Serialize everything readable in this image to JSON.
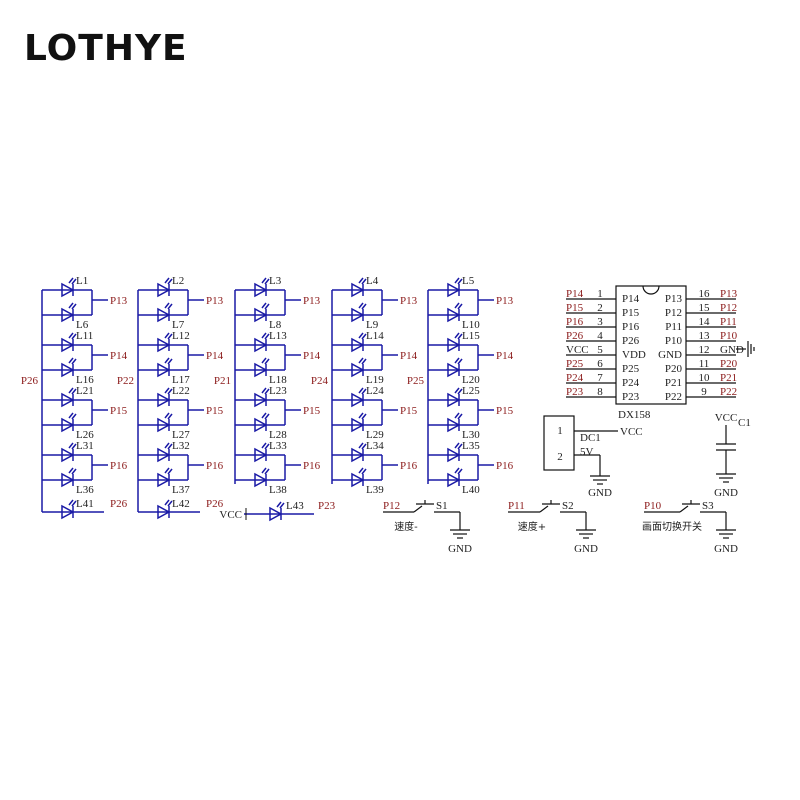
{
  "brand": "LOTHYE",
  "colors": {
    "wire": "#1a1aa6",
    "pin_label": "#8b1a1a",
    "text": "#222222"
  },
  "led_matrix": {
    "columns": [
      {
        "common": "P26",
        "leds": [
          "L1",
          "L6",
          "L11",
          "L16",
          "L21",
          "L26",
          "L31",
          "L36",
          "L41"
        ],
        "last_pin": "P26"
      },
      {
        "common": "P22",
        "leds": [
          "L2",
          "L7",
          "L12",
          "L17",
          "L22",
          "L27",
          "L32",
          "L37",
          "L42"
        ],
        "last_pin": "P26"
      },
      {
        "common": "P21",
        "leds": [
          "L3",
          "L8",
          "L13",
          "L18",
          "L23",
          "L28",
          "L33",
          "L38"
        ]
      },
      {
        "common": "P24",
        "leds": [
          "L4",
          "L9",
          "L14",
          "L19",
          "L24",
          "L29",
          "L34",
          "L39"
        ]
      },
      {
        "common": "P25",
        "leds": [
          "L5",
          "L10",
          "L15",
          "L20",
          "L25",
          "L30",
          "L35",
          "L40"
        ]
      }
    ],
    "row_pins": [
      "P13",
      "P14",
      "P15",
      "P16"
    ],
    "extra_led": {
      "name": "L43",
      "left": "VCC",
      "right": "P23"
    }
  },
  "chip": {
    "name": "DX158",
    "left": [
      {
        "ext": "P14",
        "num": "1",
        "in": "P14"
      },
      {
        "ext": "P15",
        "num": "2",
        "in": "P15"
      },
      {
        "ext": "P16",
        "num": "3",
        "in": "P16"
      },
      {
        "ext": "P26",
        "num": "4",
        "in": "P26"
      },
      {
        "ext": "VCC",
        "num": "5",
        "in": "VDD"
      },
      {
        "ext": "P25",
        "num": "6",
        "in": "P25"
      },
      {
        "ext": "P24",
        "num": "7",
        "in": "P24"
      },
      {
        "ext": "P23",
        "num": "8",
        "in": "P23"
      }
    ],
    "right": [
      {
        "in": "P13",
        "num": "16",
        "ext": "P13"
      },
      {
        "in": "P12",
        "num": "15",
        "ext": "P12"
      },
      {
        "in": "P11",
        "num": "14",
        "ext": "P11"
      },
      {
        "in": "P10",
        "num": "13",
        "ext": "P10"
      },
      {
        "in": "GND",
        "num": "12",
        "ext": "GND"
      },
      {
        "in": "P20",
        "num": "11",
        "ext": "P20"
      },
      {
        "in": "P21",
        "num": "10",
        "ext": "P21"
      },
      {
        "in": "P22",
        "num": "9",
        "ext": "P22"
      }
    ]
  },
  "power": {
    "connector": {
      "pin1": "1",
      "pin2": "2",
      "name": "DC1",
      "voltage": "5V",
      "vcc": "VCC",
      "gnd": "GND"
    },
    "capacitor": {
      "name": "C1",
      "vcc": "VCC",
      "gnd": "GND"
    }
  },
  "switches": [
    {
      "pin": "P12",
      "name": "S1",
      "label": "速度-",
      "gnd": "GND"
    },
    {
      "pin": "P11",
      "name": "S2",
      "label": "速度+",
      "gnd": "GND"
    },
    {
      "pin": "P10",
      "name": "S3",
      "label": "画面切换开关",
      "gnd": "GND"
    }
  ]
}
